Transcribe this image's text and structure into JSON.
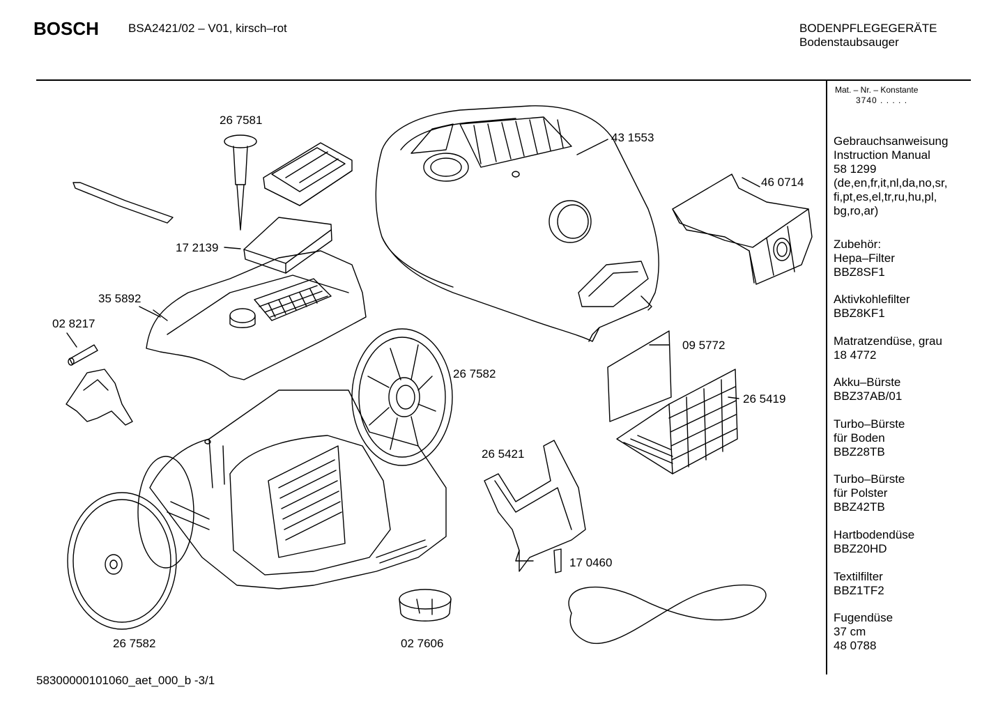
{
  "header": {
    "brand": "BOSCH",
    "model": "BSA2421/02 – V01, kirsch–rot",
    "category": "BODENPFLEGEGERÄTE",
    "subcategory": "Bodenstaubsauger"
  },
  "sidebar": {
    "mat_label": "Mat. – Nr. – Konstante",
    "mat_value": "3740 .   .   .   .   .",
    "blocks": [
      {
        "lines": [
          "Gebrauchsanweisung",
          "Instruction Manual",
          "58 1299",
          "(de,en,fr,it,nl,da,no,sr,",
          "fi,pt,es,el,tr,ru,hu,pl,",
          "bg,ro,ar)"
        ]
      },
      {
        "lines": [
          "Zubehör:",
          "Hepa–Filter",
          "BBZ8SF1"
        ]
      },
      {
        "lines": [
          "Aktivkohlefilter",
          "BBZ8KF1"
        ]
      },
      {
        "lines": [
          "Matratzendüse, grau",
          "18 4772"
        ]
      },
      {
        "lines": [
          "Akku–Bürste",
          "BBZ37AB/01"
        ]
      },
      {
        "lines": [
          "Turbo–Bürste",
          "für Boden",
          "BBZ28TB"
        ]
      },
      {
        "lines": [
          "Turbo–Bürste",
          "für Polster",
          "BBZ42TB"
        ]
      },
      {
        "lines": [
          "Hartbodendüse",
          "BBZ20HD"
        ]
      },
      {
        "lines": [
          "Textilfilter",
          "BBZ1TF2"
        ]
      },
      {
        "lines": [
          "Fugendüse",
          "37 cm",
          "48 0788"
        ]
      }
    ]
  },
  "parts": [
    {
      "id": "267581",
      "label": "26 7581"
    },
    {
      "id": "431553",
      "label": "43 1553"
    },
    {
      "id": "460714",
      "label": "46 0714"
    },
    {
      "id": "172139",
      "label": "17 2139"
    },
    {
      "id": "355892",
      "label": "35 5892"
    },
    {
      "id": "028217",
      "label": "02 8217"
    },
    {
      "id": "267582a",
      "label": "26 7582"
    },
    {
      "id": "095772",
      "label": "09 5772"
    },
    {
      "id": "265419",
      "label": "26 5419"
    },
    {
      "id": "265421",
      "label": "26 5421"
    },
    {
      "id": "170460",
      "label": "17 0460"
    },
    {
      "id": "267582b",
      "label": "26 7582"
    },
    {
      "id": "027606",
      "label": "02 7606"
    }
  ],
  "footer": {
    "code": "58300000101060_aet_000_b -3/1"
  }
}
